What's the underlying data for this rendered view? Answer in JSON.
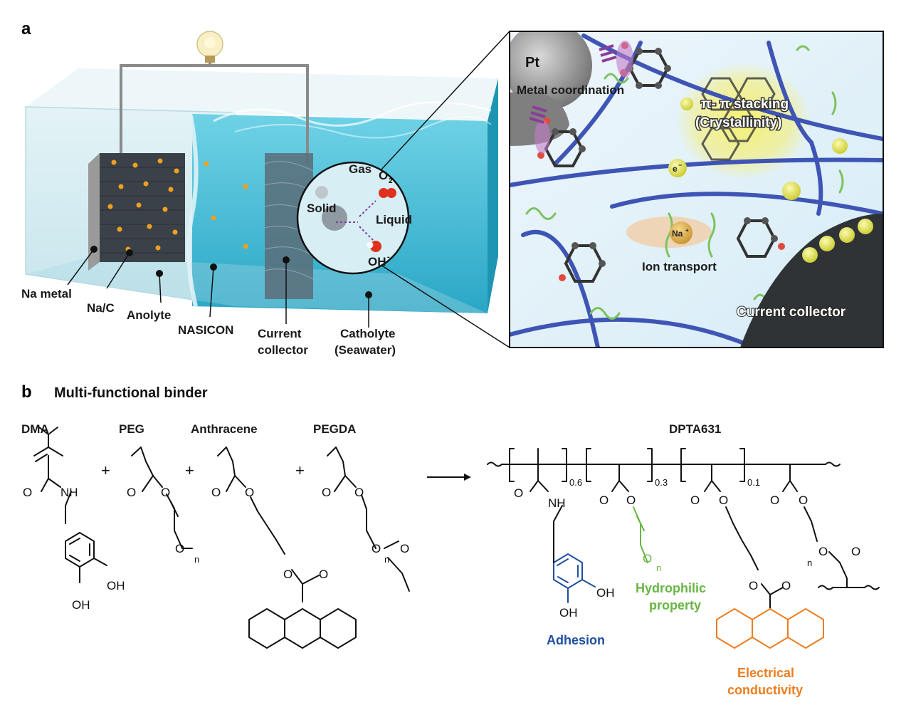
{
  "panel_a": {
    "letter": "a",
    "labels": {
      "na_metal": "Na metal",
      "na_c": "Na/C",
      "anolyte": "Anolyte",
      "nasicon": "NASICON",
      "current_collector_1": "Current",
      "current_collector_2": "collector",
      "catholyte_1": "Catholyte",
      "catholyte_2": "(Seawater)"
    },
    "inset": {
      "gas": "Gas",
      "o2": "O",
      "o2_sub": "2",
      "solid": "Solid",
      "liquid": "Liquid",
      "oh": "OH",
      "oh_sup": "-"
    },
    "zoom": {
      "pt": "Pt",
      "metal_coordination": "Metal coordination",
      "pi_stacking_1": "π- π stacking",
      "pi_stacking_2": "(Crystallinity)",
      "ion": "Na",
      "ion_sup": "+",
      "ion_transport": "Ion transport",
      "current_collector": "Current collector",
      "electron": "e",
      "electron_sup": "−"
    }
  },
  "panel_b": {
    "letter": "b",
    "title": "Multi-functional binder",
    "monomers": [
      "DMA",
      "PEG",
      "Anthracene",
      "PEGDA"
    ],
    "plus": "+",
    "product": "DPTA631",
    "subscripts": [
      "0.6",
      "0.3",
      "0.1"
    ],
    "atoms": {
      "o": "O",
      "nh": "NH",
      "oh": "OH",
      "n": "n"
    },
    "functions": {
      "adhesion": "Adhesion",
      "hydrophilic_1": "Hydrophilic",
      "hydrophilic_2": "property",
      "electrical_1": "Electrical",
      "electrical_2": "conductivity"
    },
    "colors": {
      "adhesion": "#1f4fa0",
      "hydrophilic": "#69b543",
      "electrical": "#ee7d20"
    }
  }
}
